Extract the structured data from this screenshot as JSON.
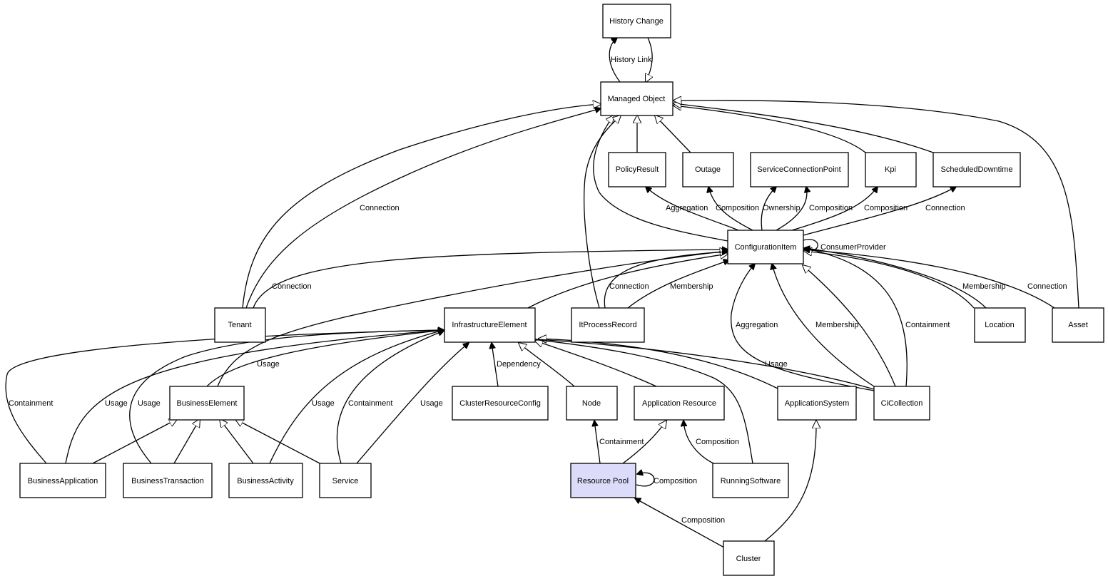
{
  "highlight_color": "#dcdcfa",
  "nodes": {
    "history_change": "History Change",
    "managed_object": "Managed Object",
    "policy_result": "PolicyResult",
    "outage": "Outage",
    "service_connection_point": "ServiceConnectionPoint",
    "kpi": "Kpi",
    "scheduled_downtime": "ScheduledDowntime",
    "configuration_item": "ConfigurationItem",
    "tenant": "Tenant",
    "infrastructure_element": "InfrastructureElement",
    "it_process_record": "ItProcessRecord",
    "location": "Location",
    "asset": "Asset",
    "business_element": "BusinessElement",
    "cluster_resource_config": "ClusterResourceConfig",
    "node": "Node",
    "application_resource": "Application Resource",
    "application_system": "ApplicationSystem",
    "ci_collection": "CiCollection",
    "business_application": "BusinessApplication",
    "business_transaction": "BusinessTransaction",
    "business_activity": "BusinessActivity",
    "service": "Service",
    "resource_pool": "Resource Pool",
    "running_software": "RunningSoftware",
    "cluster": "Cluster"
  },
  "edge_labels": {
    "history_link": "History Link",
    "tenant_connection_mo": "Connection",
    "ci_aggregation": "Aggregation",
    "ci_composition_outage": "Composition",
    "ci_ownership": "Ownership",
    "ci_composition_scp": "Composition",
    "ci_composition_kpi": "Composition",
    "ci_connection_sd": "Connection",
    "consumer_provider": "ConsumerProvider",
    "tenant_connection_ci": "Connection",
    "itpr_connection": "Connection",
    "itpr_membership": "Membership",
    "location_membership": "Membership",
    "asset_connection": "Connection",
    "cicollection_aggregation": "Aggregation",
    "cicollection_membership": "Membership",
    "cicollection_containment": "Containment",
    "be_usage": "Usage",
    "ba_containment": "Containment",
    "ba_usage": "Usage",
    "bt_usage": "Usage",
    "bact_usage": "Usage",
    "svc_containment": "Containment",
    "svc_usage": "Usage",
    "dependency": "Dependency",
    "cicollection_usage": "Usage",
    "rp_containment": "Containment",
    "rp_composition_self": "Composition",
    "rs_composition": "Composition",
    "cluster_composition": "Composition"
  }
}
